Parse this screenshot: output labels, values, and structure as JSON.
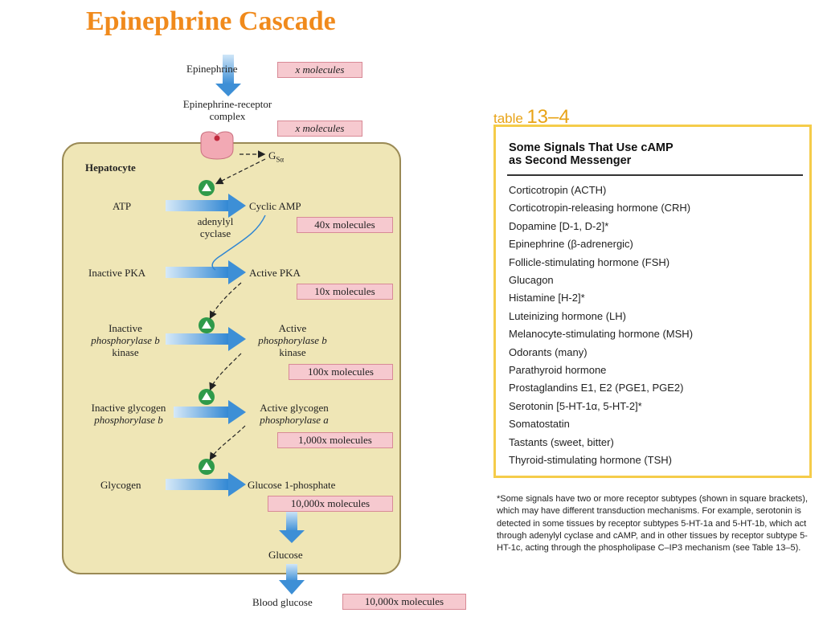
{
  "title": "Epinephrine Cascade",
  "diagram": {
    "top": {
      "epinephrine": "Epinephrine",
      "epinephrine_badge": "x molecules",
      "complex_line1": "Epinephrine-receptor",
      "complex_line2": "complex",
      "complex_badge": "x molecules"
    },
    "cell_label": "Hepatocyte",
    "gs_alpha": "G",
    "gs_alpha_sub": "Sα",
    "steps": {
      "atp": "ATP",
      "camp": "Cyclic AMP",
      "adenylyl_line1": "adenylyl",
      "adenylyl_line2": "cyclase",
      "camp_badge": "40x molecules",
      "inactive_pka": "Inactive PKA",
      "active_pka": "Active PKA",
      "pka_badge": "10x molecules",
      "inactive_kinase_line1": "Inactive",
      "inactive_kinase_line2": "phosphorylase b",
      "inactive_kinase_line3": "kinase",
      "active_kinase_line1": "Active",
      "active_kinase_line2": "phosphorylase b",
      "active_kinase_line3": "kinase",
      "kinase_badge": "100x molecules",
      "inactive_gp_line1": "Inactive glycogen",
      "inactive_gp_line2": "phosphorylase b",
      "active_gp_line1": "Active glycogen",
      "active_gp_line2": "phosphorylase a",
      "gp_badge": "1,000x molecules",
      "glycogen": "Glycogen",
      "g1p": "Glucose 1-phosphate",
      "g1p_badge": "10,000x molecules",
      "glucose": "Glucose",
      "blood_glucose": "Blood glucose",
      "blood_badge": "10,000x molecules"
    }
  },
  "table": {
    "label_word": "table",
    "label_num": "13–4",
    "heading_line1": "Some Signals That Use cAMP",
    "heading_line2": "as Second Messenger",
    "rows": [
      "Corticotropin (ACTH)",
      "Corticotropin-releasing hormone (CRH)",
      "Dopamine [D-1, D-2]*",
      "Epinephrine (β-adrenergic)",
      "Follicle-stimulating hormone (FSH)",
      "Glucagon",
      "Histamine [H-2]*",
      "Luteinizing hormone (LH)",
      "Melanocyte-stimulating hormone (MSH)",
      "Odorants (many)",
      "Parathyroid hormone",
      "Prostaglandins E1, E2 (PGE1, PGE2)",
      "Serotonin [5-HT-1α, 5-HT-2]*",
      "Somatostatin",
      "Tastants (sweet, bitter)",
      "Thyroid-stimulating hormone (TSH)"
    ],
    "footnote": "*Some signals have two or more receptor subtypes (shown in square brackets), which may have different transduction mechanisms. For example, serotonin is detected in some tissues by receptor subtypes 5-HT-1a and 5-HT-1b, which act through adenylyl cyclase and cAMP, and in other tissues by receptor subtype 5-HT-1c, acting through the phospholipase C–IP3 mechanism (see Table 13–5)."
  },
  "colors": {
    "title": "#f08a1c",
    "cell_fill": "#efe6b6",
    "cell_border": "#9a8a55",
    "arrow_blue": "#3d8fd6",
    "badge_fill": "#f6c9cf",
    "enzyme_green": "#2f9a4a",
    "table_border": "#f5cc4a"
  }
}
